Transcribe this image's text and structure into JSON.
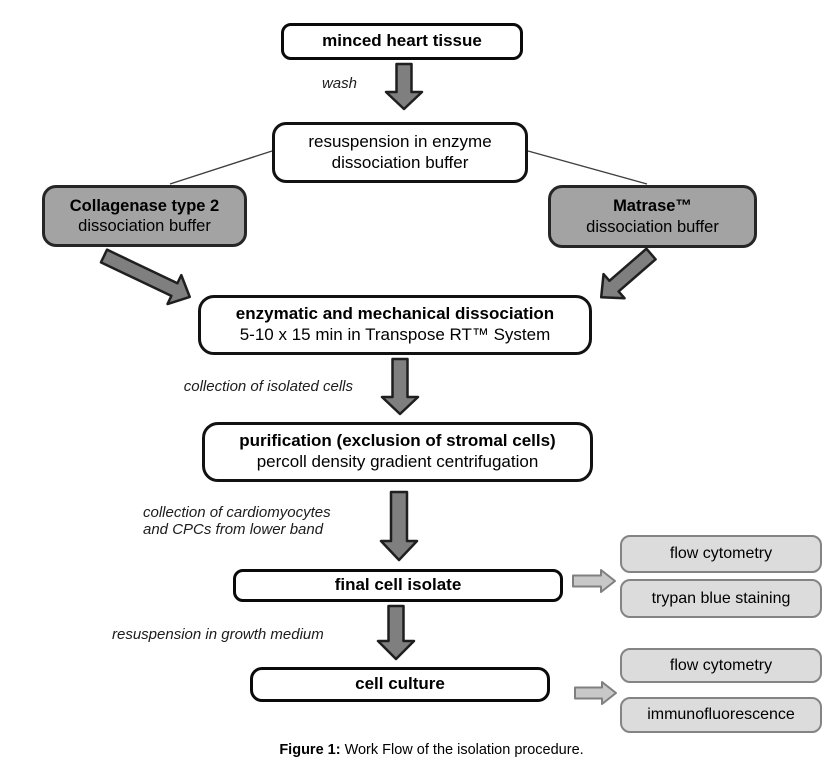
{
  "nodes": {
    "minced": {
      "line1": "minced heart tissue"
    },
    "resuspension": {
      "line1": "resuspension in enzyme",
      "line2": "dissociation buffer"
    },
    "collagenase": {
      "line1": "Collagenase type 2",
      "line2": "dissociation buffer"
    },
    "matrase": {
      "line1": "Matrase™",
      "line2": "dissociation buffer"
    },
    "enzymatic": {
      "line1": "enzymatic and mechanical dissociation",
      "line2": "5-10 x 15 min in Transpose RT™ System"
    },
    "purification": {
      "line1": "purification (exclusion of stromal cells)",
      "line2": "percoll density gradient centrifugation"
    },
    "final_isolate": {
      "line1": "final cell isolate"
    },
    "cell_culture": {
      "line1": "cell culture"
    },
    "flow_cytometry_top": {
      "line1": "flow cytometry"
    },
    "trypan_blue_staining": {
      "line1": "trypan blue staining"
    },
    "flow_cytometry_bottom": {
      "line1": "flow cytometry"
    },
    "immunofluorescence": {
      "line1": "immunofluorescence"
    }
  },
  "labels": {
    "wash": "wash",
    "collection_isolated_cells": "collection of isolated cells",
    "collection_cardiomyocytes_line1": "collection of cardiomyocytes",
    "collection_cardiomyocytes_line2": "and CPCs from lower band",
    "resuspension_growth_medium": "resuspension in growth  medium"
  },
  "caption": {
    "label": "Figure 1:",
    "text": "Work Flow of the isolation procedure."
  },
  "colors": {
    "dark_arrow_fill": "#7f7f7f",
    "dark_arrow_stroke": "#1f1f1f",
    "hollow_arrow_fill": "#c8c8c8",
    "hollow_arrow_stroke": "#7f7f7f",
    "dark_box_fill": "#a3a3a3",
    "dark_box_border": "#262626",
    "light_box_fill": "#dcdcdc",
    "light_box_border": "#848484",
    "white_box_border": "#0a0a0a",
    "connector_line": "#3f3f3f"
  }
}
